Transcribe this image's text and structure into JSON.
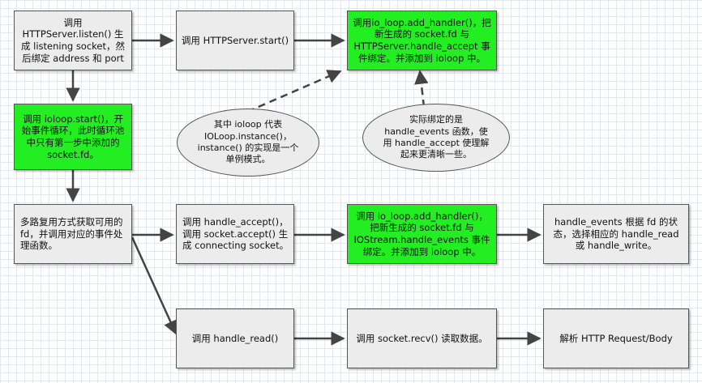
{
  "nodes": {
    "listen": "调用 HTTPServer.listen() 生成 listening socket，然后绑定 address 和 port",
    "start": "调用 HTTPServer.start()",
    "add_handler_1": "调用io_loop.add_handler()，把新生成的 socket.fd 与 HTTPServer.handle_accept 事件绑定。并添加到 ioloop 中。",
    "ioloop_start": "调用 ioloop.start()，开始事件循环，此时循环池中只有第一步中添加的 socket.fd。",
    "multiplex": "多路复用方式获取可用的 fd，并调用对应的事件处理函数。",
    "handle_accept": "调用 handle_accept()，调用 socket.accept() 生成 connecting socket。",
    "add_handler_2": "调用 io_loop.add_handler()，把新生成的 socket.fd 与 IOStream.handle_events 事件绑定。并添加到 ioloop 中。",
    "handle_events": "handle_events 根据 fd 的状态，选择相应的 handle_read 或 handle_write。",
    "handle_read": "调用 handle_read()",
    "recv": "调用 socket.recv() 读取数据。",
    "parse": "解析 HTTP Request/Body"
  },
  "notes": {
    "ioloop_note": "其中 ioloop 代表 IOLoop.instance()，instance() 的实现是一个单例模式。",
    "events_note": "实际绑定的是 handle_events 函数，使用 handle_accept 使理解起来更清晰一些。"
  },
  "colors": {
    "process": "#ececec",
    "highlight": "#22ee22",
    "edge": "#444444"
  }
}
